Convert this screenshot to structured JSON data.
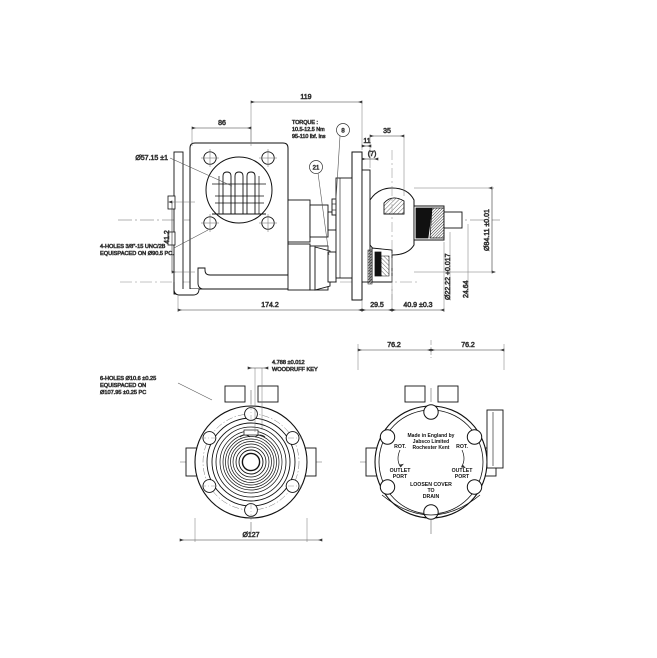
{
  "drawing": {
    "title": "Engine Cooling Seawater Pump — Technical Drawing",
    "sheet_size": "657x658",
    "line_color": "#111111",
    "center_line_color": "#555555",
    "dim_color": "#333333",
    "hatch_color": "#222222"
  },
  "views": {
    "top_section": {
      "name": "side-section-view",
      "dimensions": {
        "overall_119": "119",
        "body_86": "86",
        "flange_35": "35",
        "step_11": "11",
        "ref_7": "(7)",
        "height_41_2": "41.2",
        "length_174_2": "174.2",
        "dim_29_5": "29.5",
        "dim_40_9": "40.9 ±0.3",
        "bore_57_15": "Ø57.15 ±1",
        "od_84_11": "Ø84.11 ±0.01",
        "shaft_22_22": "Ø22.22 +0.017",
        "dim_24_64": "24.64"
      },
      "notes": {
        "torque_line1": "TORQUE :",
        "torque_line2": "10.5-12.5 Nm",
        "torque_line3": "95-110 lbf. ins",
        "holes_line1": "4-HOLES 3/8\"-15 UNC/2B",
        "holes_line2": "EQUISPACED ON Ø90.5 PC."
      },
      "balloons": {
        "item_8": "8",
        "item_21": "21"
      }
    },
    "bottom_left": {
      "name": "front-end-view",
      "dimensions": {
        "flange_dia": "Ø127",
        "key_line1": "4.788 ±0.012",
        "key_line2": "WOODRUFF KEY"
      },
      "notes": {
        "holes_line1": "6-HOLES Ø10.6 ±0.25",
        "holes_line2": "EQUISPACED ON",
        "holes_line3": "Ø107.95 ±0.25 PC"
      }
    },
    "bottom_right": {
      "name": "rear-cover-view",
      "dimensions": {
        "left_76_2": "76.2",
        "right_76_2": "76.2"
      },
      "plate": {
        "line1": "Made in England by",
        "line2": "Jabsco Limited",
        "line3": "Rochester  Kent"
      },
      "labels": {
        "rot_left": "ROT.",
        "rot_right": "ROT.",
        "outlet_left_line1": "OUTLET",
        "outlet_left_line2": "PORT",
        "outlet_right_line1": "OUTLET",
        "outlet_right_line2": "PORT",
        "drain_line1": "LOOSEN  COVER",
        "drain_line2": "TO",
        "drain_line3": "DRAIN"
      }
    }
  }
}
